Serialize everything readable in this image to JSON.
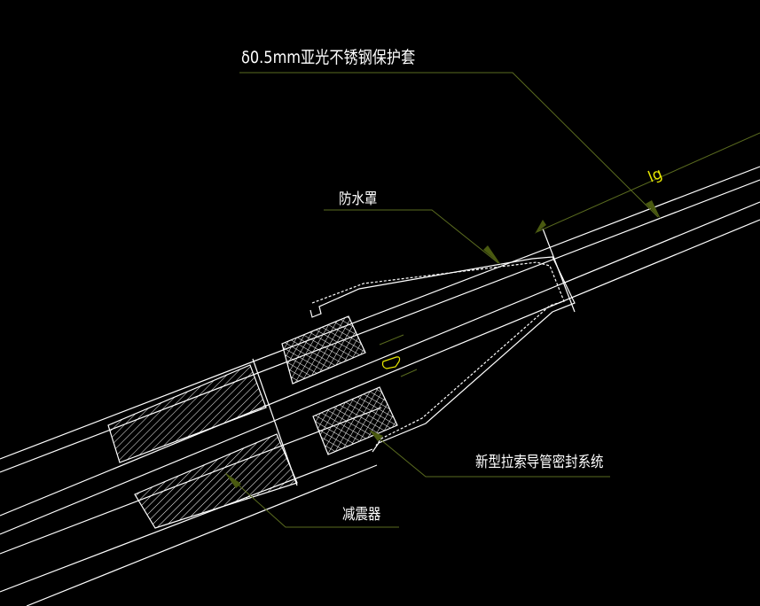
{
  "labels": {
    "sleeve": "δ0.5mm亚光不锈钢保护套",
    "waterproof_cover": "防水罩",
    "lg": "lg",
    "d": "D",
    "seal_system": "新型拉索导管密封系统",
    "damper": "减震器"
  },
  "colors": {
    "background": "#000000",
    "lines": "#ffffff",
    "leaders": "#5a6b1f",
    "dimension_text": "#e8e800"
  }
}
